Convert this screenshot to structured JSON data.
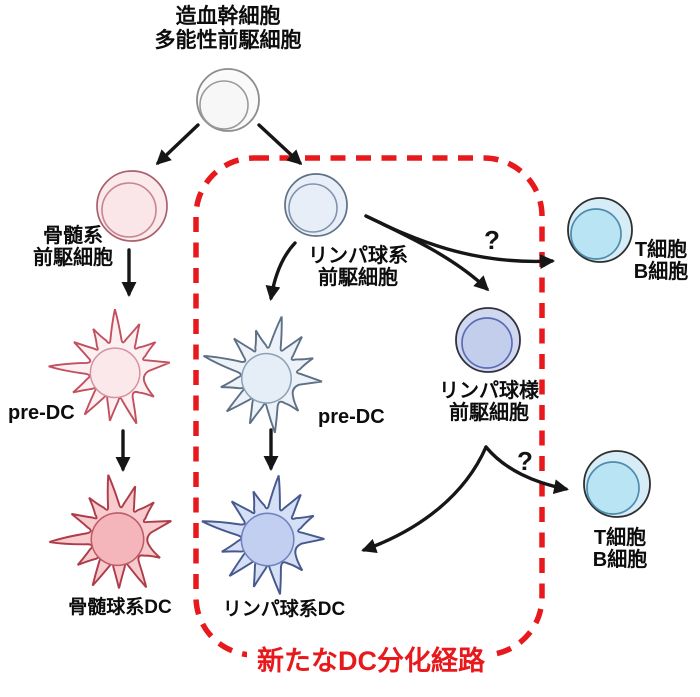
{
  "colors": {
    "pathway_red": "#e8191c",
    "arrow_black": "#161616",
    "stem_fill": "#fafafa",
    "myeloid_fill": "#fbe9ec",
    "myeloid_stroke": "#b04a57",
    "lymphoid_fill": "#e9eff9",
    "lymphoid_stroke": "#5d7085",
    "tb_fill": "#b9e4f3",
    "lymphoid_like_fill": "#c3cdec",
    "myeloid_dc_fill": "#f5b6bb",
    "lymphoid_dc_fill": "#c3cff0"
  },
  "nodes": {
    "stem": {
      "line1": "造血幹細胞",
      "line2": "多能性前駆細胞"
    },
    "myeloid_progenitor": {
      "line1": "骨髄系",
      "line2": "前駆細胞"
    },
    "lymphoid_progenitor": {
      "line1": "リンパ球系",
      "line2": "前駆細胞"
    },
    "tb_top": {
      "line1": "T細胞",
      "line2": "B細胞"
    },
    "lymphoid_like_progenitor": {
      "line1": "リンパ球様",
      "line2": "前駆細胞"
    },
    "pre_dc_left": {
      "label": "pre-DC"
    },
    "pre_dc_mid": {
      "label": "pre-DC"
    },
    "myeloid_dc": {
      "label": "骨髄球系DC"
    },
    "lymphoid_dc": {
      "label": "リンパ球系DC"
    },
    "tb_bottom": {
      "line1": "T細胞",
      "line2": "B細胞"
    }
  },
  "annotations": {
    "question_top": "?",
    "question_bottom": "?",
    "pathway_label": "新たなDC分化経路"
  }
}
